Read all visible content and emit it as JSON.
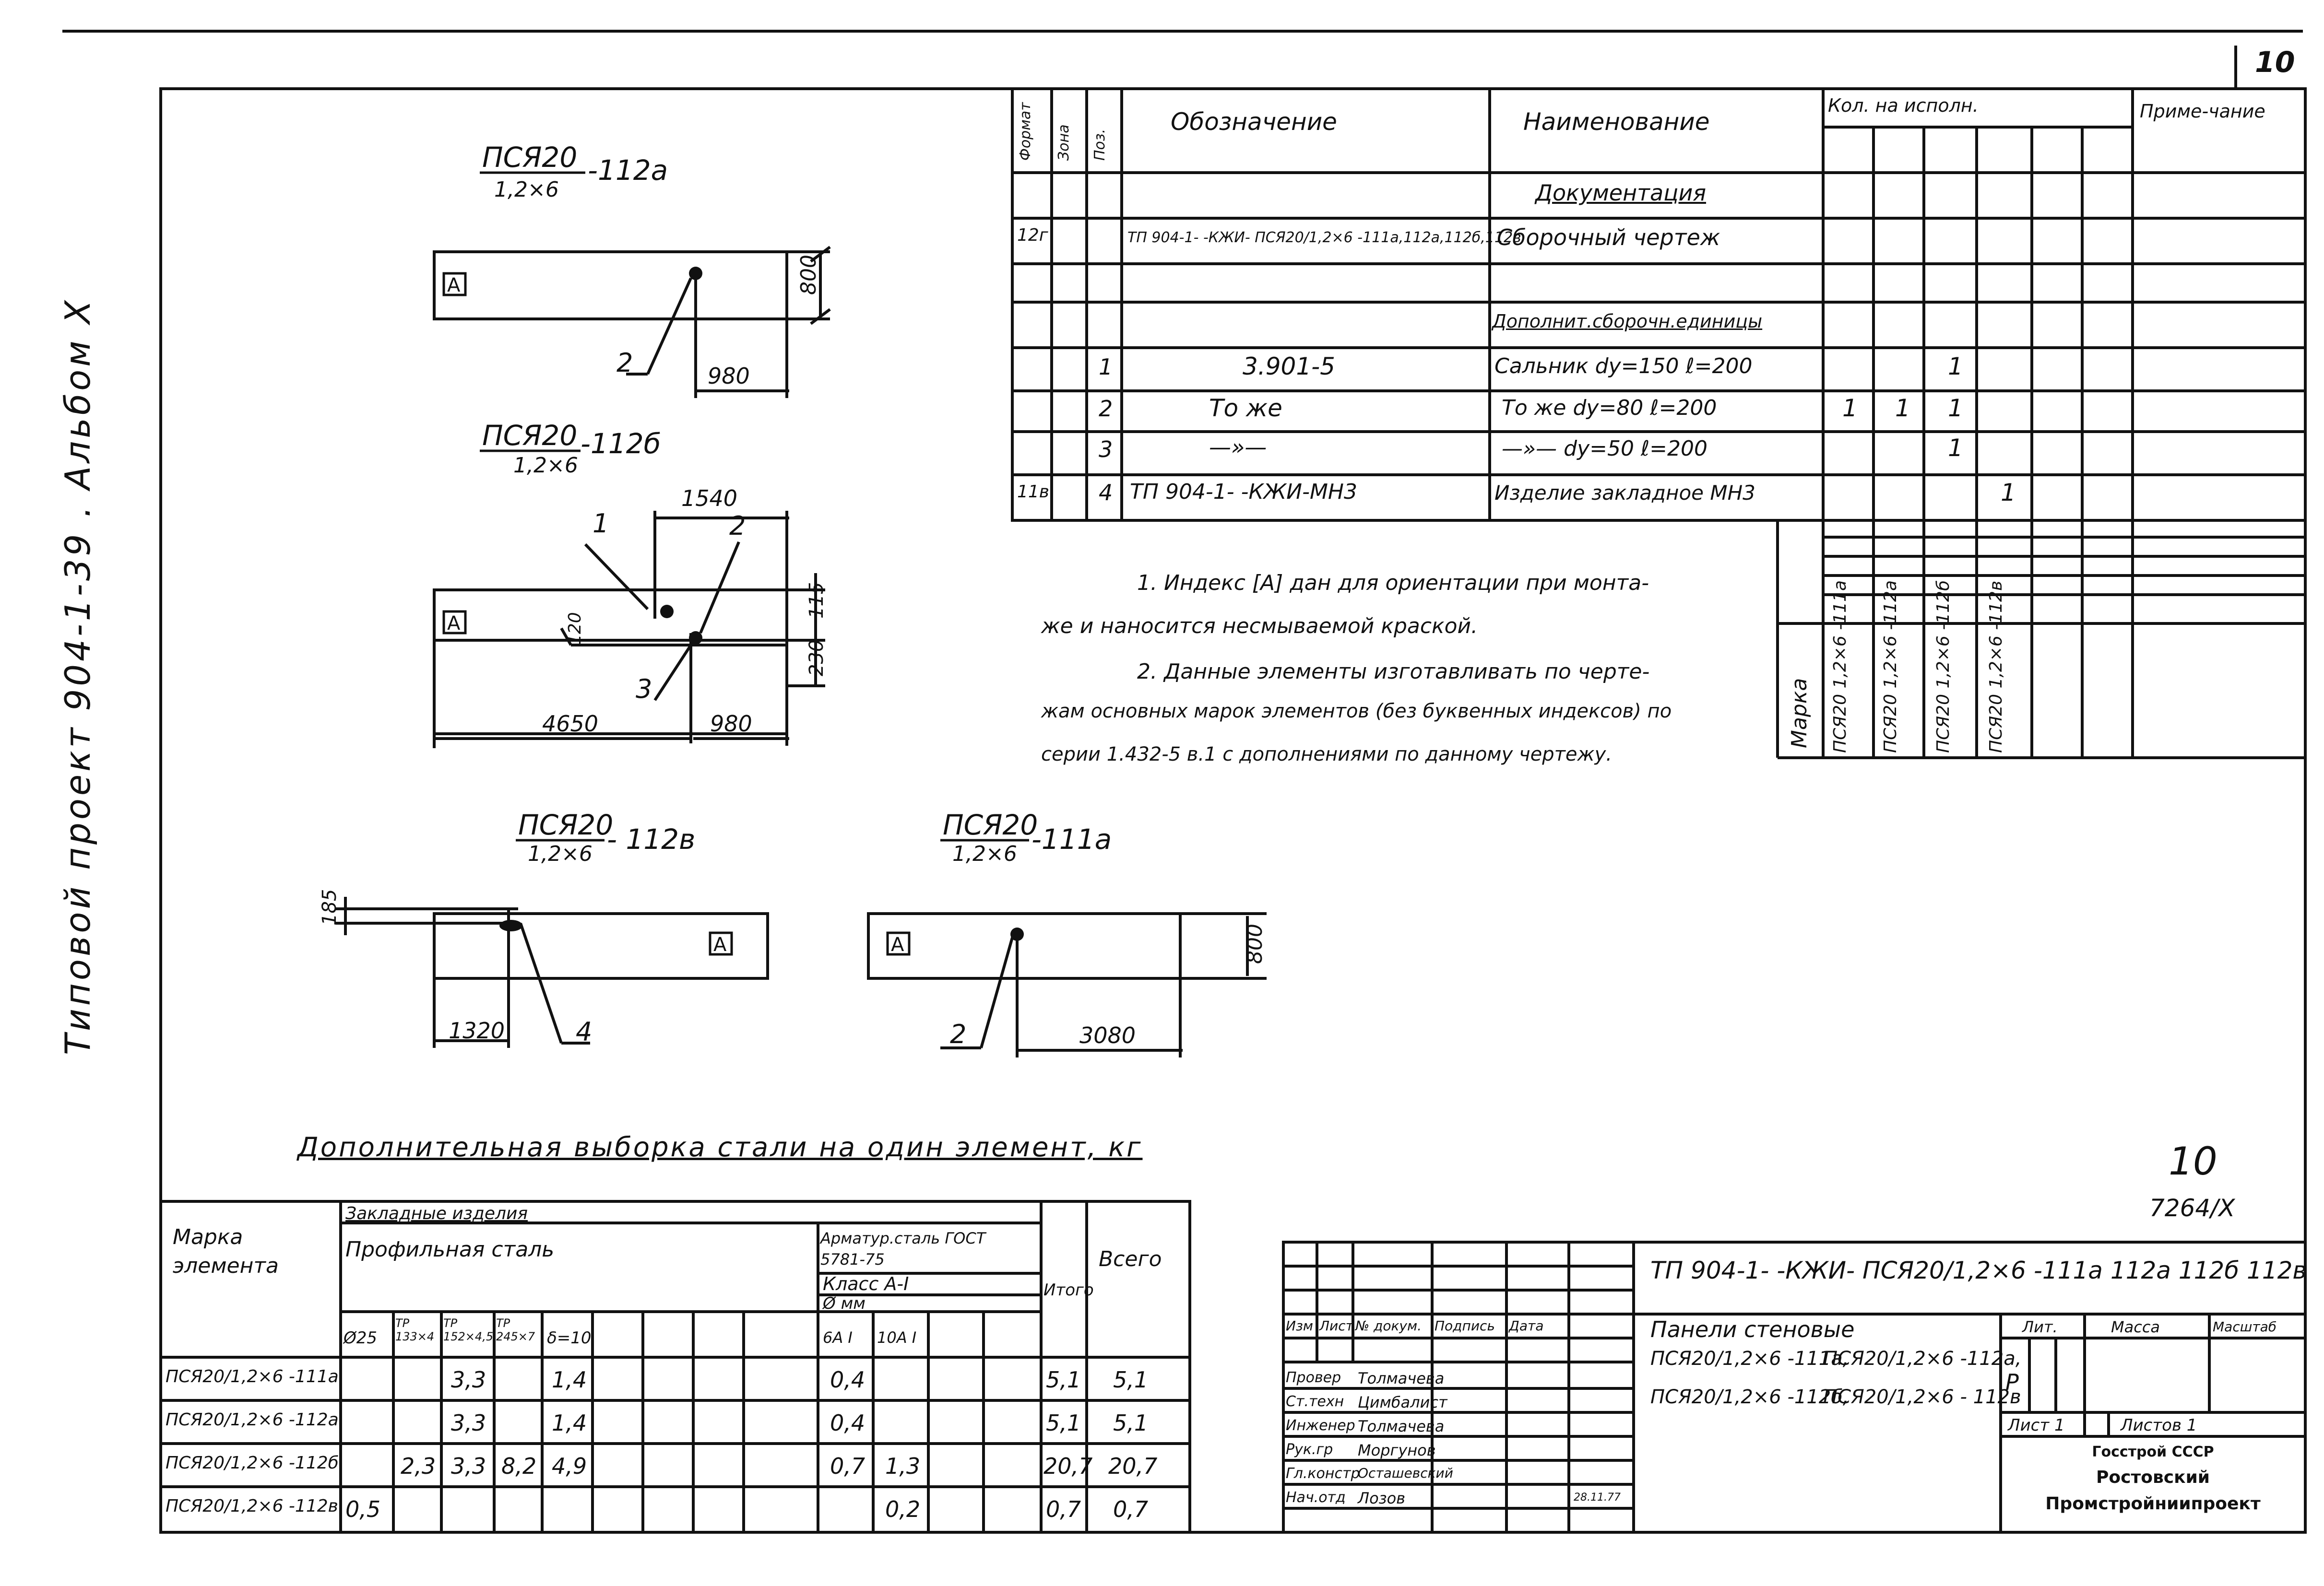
{
  "frame": {
    "sheet_number": "10",
    "side_title": "Типовой проект 904-1-39 . Альбом X",
    "sheet_number_large": "10",
    "inventory": "7264/X"
  },
  "views": {
    "v1": {
      "title_top": "ПСЯ20",
      "title_bottom": "1,2×6",
      "suffix": "-112а",
      "index": "А",
      "dims": [
        "800",
        "980"
      ],
      "callouts": [
        "2"
      ]
    },
    "v2": {
      "title_top": "ПСЯ20",
      "title_bottom": "1,2×6",
      "suffix": "-112б",
      "index": "А",
      "dims": [
        "1540",
        "115",
        "120",
        "230",
        "4650",
        "980"
      ],
      "callouts": [
        "1",
        "2",
        "3"
      ]
    },
    "v3": {
      "title_top": "ПСЯ20",
      "title_bottom": "1,2×6",
      "suffix": "- 112в",
      "index": "А",
      "dims": [
        "185",
        "1320"
      ],
      "callouts": [
        "4"
      ]
    },
    "v4": {
      "title_top": "ПСЯ20",
      "title_bottom": "1,2×6",
      "suffix": "-111а",
      "index": "А",
      "dims": [
        "800",
        "3080"
      ],
      "callouts": [
        "2"
      ]
    }
  },
  "spec": {
    "headers": {
      "format": "Формат",
      "zone": "Зона",
      "pos": "Поз.",
      "designation": "Обозначение",
      "name": "Наименование",
      "qty": "Кол. на исполн.",
      "note": "Приме-чание"
    },
    "rows": [
      {
        "fmt": "",
        "zone": "",
        "pos": "",
        "desig": "",
        "name": "Документация",
        "q": [
          "",
          "",
          "",
          ""
        ]
      },
      {
        "fmt": "12г",
        "zone": "",
        "pos": "",
        "desig": "ТП 904-1- -КЖИ- ПСЯ20/1,2×6 -111а,112а,112б,112в",
        "name": "Сборочный чертеж",
        "q": [
          "",
          "",
          "",
          ""
        ]
      },
      {
        "fmt": "",
        "zone": "",
        "pos": "",
        "desig": "",
        "name": "",
        "q": [
          "",
          "",
          "",
          ""
        ]
      },
      {
        "fmt": "",
        "zone": "",
        "pos": "",
        "desig": "",
        "name": "Дополнит.сборочн.единицы",
        "q": [
          "",
          "",
          "",
          ""
        ]
      },
      {
        "fmt": "",
        "zone": "",
        "pos": "1",
        "desig": "3.901-5",
        "name": "Сальник dy=150 ℓ=200",
        "q": [
          "",
          "",
          "1",
          ""
        ]
      },
      {
        "fmt": "",
        "zone": "",
        "pos": "2",
        "desig": "То же",
        "name": "То же dy=80 ℓ=200",
        "q": [
          "1",
          "1",
          "1",
          ""
        ]
      },
      {
        "fmt": "",
        "zone": "",
        "pos": "3",
        "desig": "—»—",
        "name": "—»— dy=50 ℓ=200",
        "q": [
          "",
          "",
          "1",
          ""
        ]
      },
      {
        "fmt": "11в",
        "zone": "",
        "pos": "4",
        "desig": "ТП 904-1- -КЖИ-МН3",
        "name": "Изделие закладное МН3",
        "q": [
          "",
          "",
          "",
          "1"
        ]
      }
    ],
    "marks_label": "Марка",
    "marks": [
      "ПСЯ20 1,2×6 -111а",
      "ПСЯ20 1,2×6 -112а",
      "ПСЯ20 1,2×6 -112б",
      "ПСЯ20 1,2×6 -112в"
    ]
  },
  "notes": [
    "1. Индекс [А] дан для ориентации при монта-",
    "же и наносится несмываемой краской.",
    "2. Данные элементы изготавливать по черте-",
    "жам основных марок элементов (без буквенных индексов) по",
    "серии 1.432-5 в.1 с дополнениями по данному чертежу."
  ],
  "steel": {
    "caption": "Дополнительная выборка стали на один элемент, кг",
    "h_mark": "Марка элемента",
    "h_embedded": "Закладные изделия",
    "h_profile": "Профильная сталь",
    "h_rebar": "Арматур.сталь ГОСТ 5781-75",
    "h_class": "Класс А-I",
    "h_diam": "Ø мм",
    "h_itogo": "Итого",
    "h_vsego": "Всего",
    "profile_cols": [
      "Ø25",
      "ТР 133×4",
      "ТР 152×4,5",
      "ТР 245×7",
      "δ=10"
    ],
    "rebar_cols": [
      "6А I",
      "10А I"
    ],
    "rows": [
      {
        "mark": "ПСЯ20/1,2×6 -111а",
        "v": [
          "",
          "",
          "3,3",
          "",
          "1,4"
        ],
        "r": [
          "0,4",
          ""
        ],
        "itogo": "5,1",
        "vsego": "5,1"
      },
      {
        "mark": "ПСЯ20/1,2×6 -112а",
        "v": [
          "",
          "",
          "3,3",
          "",
          "1,4"
        ],
        "r": [
          "0,4",
          ""
        ],
        "itogo": "5,1",
        "vsego": "5,1"
      },
      {
        "mark": "ПСЯ20/1,2×6 -112б",
        "v": [
          "",
          "2,3",
          "3,3",
          "8,2",
          "4,9"
        ],
        "r": [
          "0,7",
          "1,3"
        ],
        "itogo": "20,7",
        "vsego": "20,7"
      },
      {
        "mark": "ПСЯ20/1,2×6 -112в",
        "v": [
          "0,5",
          "",
          "",
          "",
          ""
        ],
        "r": [
          "",
          "0,2"
        ],
        "itogo": "0,7",
        "vsego": "0,7"
      }
    ]
  },
  "titleblock": {
    "code": "ТП 904-1- -КЖИ- ПСЯ20/1,2×6 -111а 112а 112б 112в",
    "h_izm": "Изм",
    "h_list": "Лист",
    "h_doc": "№ докум.",
    "h_sign": "Подпись",
    "h_date": "Дата",
    "staff": [
      {
        "role": "Провер",
        "name": "Толмачева"
      },
      {
        "role": "Ст.техн",
        "name": "Цимбалист"
      },
      {
        "role": "Инженер",
        "name": "Толмачева"
      },
      {
        "role": "Рук.гр",
        "name": "Моргунов"
      },
      {
        "role": "Гл.констр",
        "name": "Осташевский"
      },
      {
        "role": "Нач.отд",
        "name": "Лозов"
      }
    ],
    "date": "28.11.77",
    "title_line1": "Панели стеновые",
    "title_items": [
      "ПСЯ20/1,2×6 -111а,",
      "ПСЯ20/1,2×6 -112а,",
      "ПСЯ20/1,2×6 -112б,",
      "ПСЯ20/1,2×6 - 112в"
    ],
    "h_lit": "Лит.",
    "h_mass": "Масса",
    "h_scale": "Масштаб",
    "lit": "Р",
    "sheet": "Лист 1",
    "sheets": "Листов 1",
    "org1": "Госстрой СССР",
    "org2": "Ростовский",
    "org3": "Промстройниипроект"
  }
}
